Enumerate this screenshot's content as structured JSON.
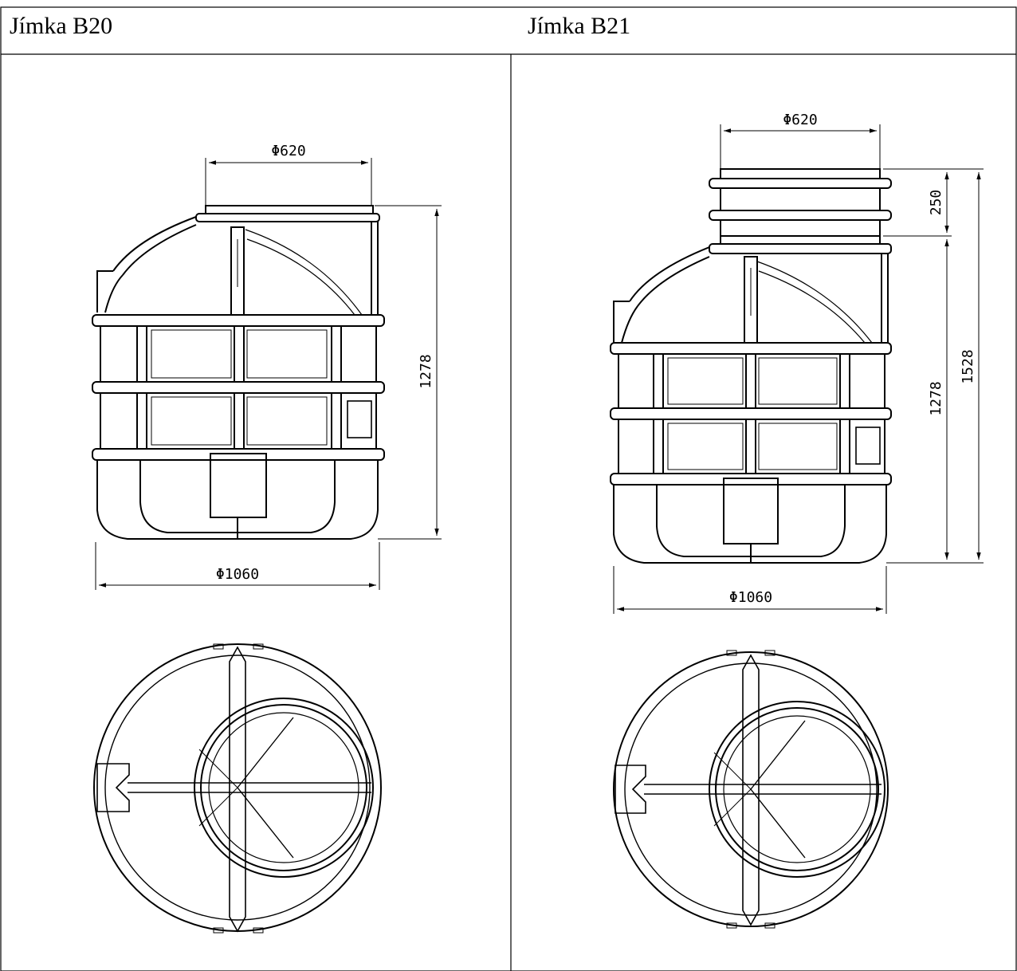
{
  "table": {
    "left": {
      "title": "Jímka B20",
      "dims": {
        "neck_diameter": "Φ620",
        "height": "1278",
        "body_diameter": "Φ1060"
      }
    },
    "right": {
      "title": "Jímka B21",
      "dims": {
        "neck_diameter": "Φ620",
        "extension_height": "250",
        "height": "1278",
        "total_height": "1528",
        "body_diameter": "Φ1060"
      }
    }
  }
}
